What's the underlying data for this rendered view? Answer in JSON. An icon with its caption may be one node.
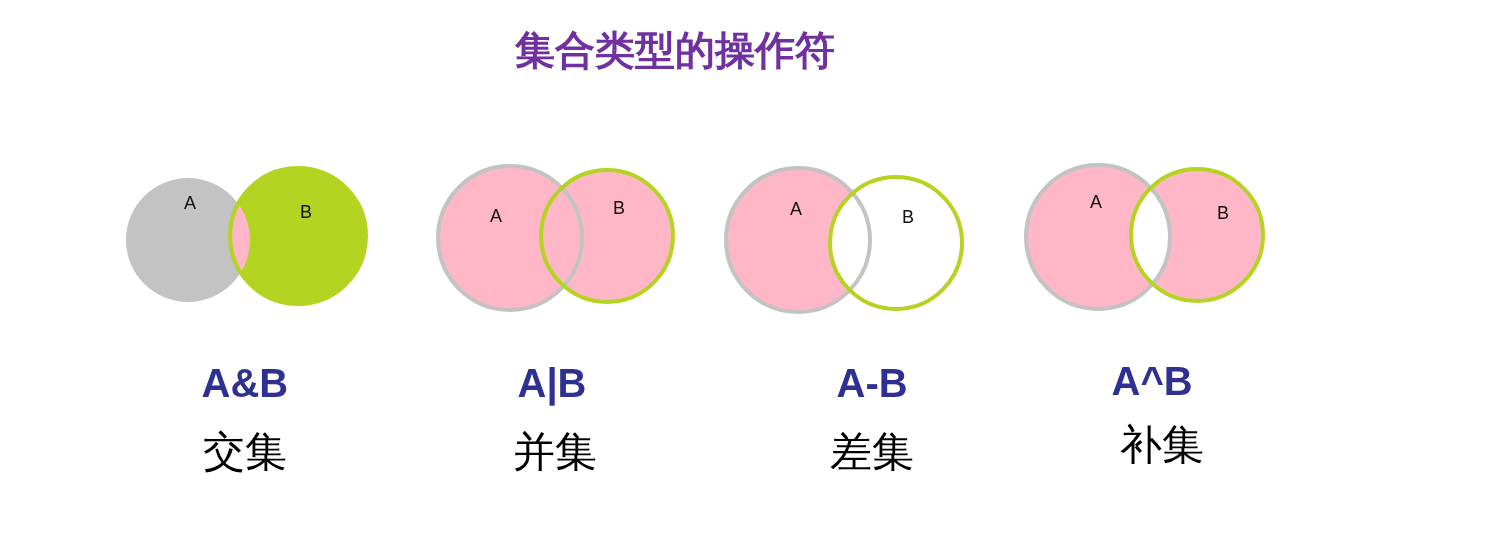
{
  "diagram": {
    "title": "集合类型的操作符",
    "nodes": [
      {
        "text": [
          "A"
        ]
      },
      {
        "text": [
          "B"
        ]
      },
      {
        "text": [
          "A"
        ]
      },
      {
        "text": [
          "B"
        ]
      },
      {
        "text": [
          "A"
        ]
      },
      {
        "text": [
          "B"
        ]
      },
      {
        "text": [
          "A"
        ]
      },
      {
        "text": [
          "B"
        ]
      }
    ],
    "labels": [
      "A&B",
      "交集",
      "A|B",
      "并集",
      "A-B",
      "差集",
      "A^B",
      "补集"
    ]
  }
}
